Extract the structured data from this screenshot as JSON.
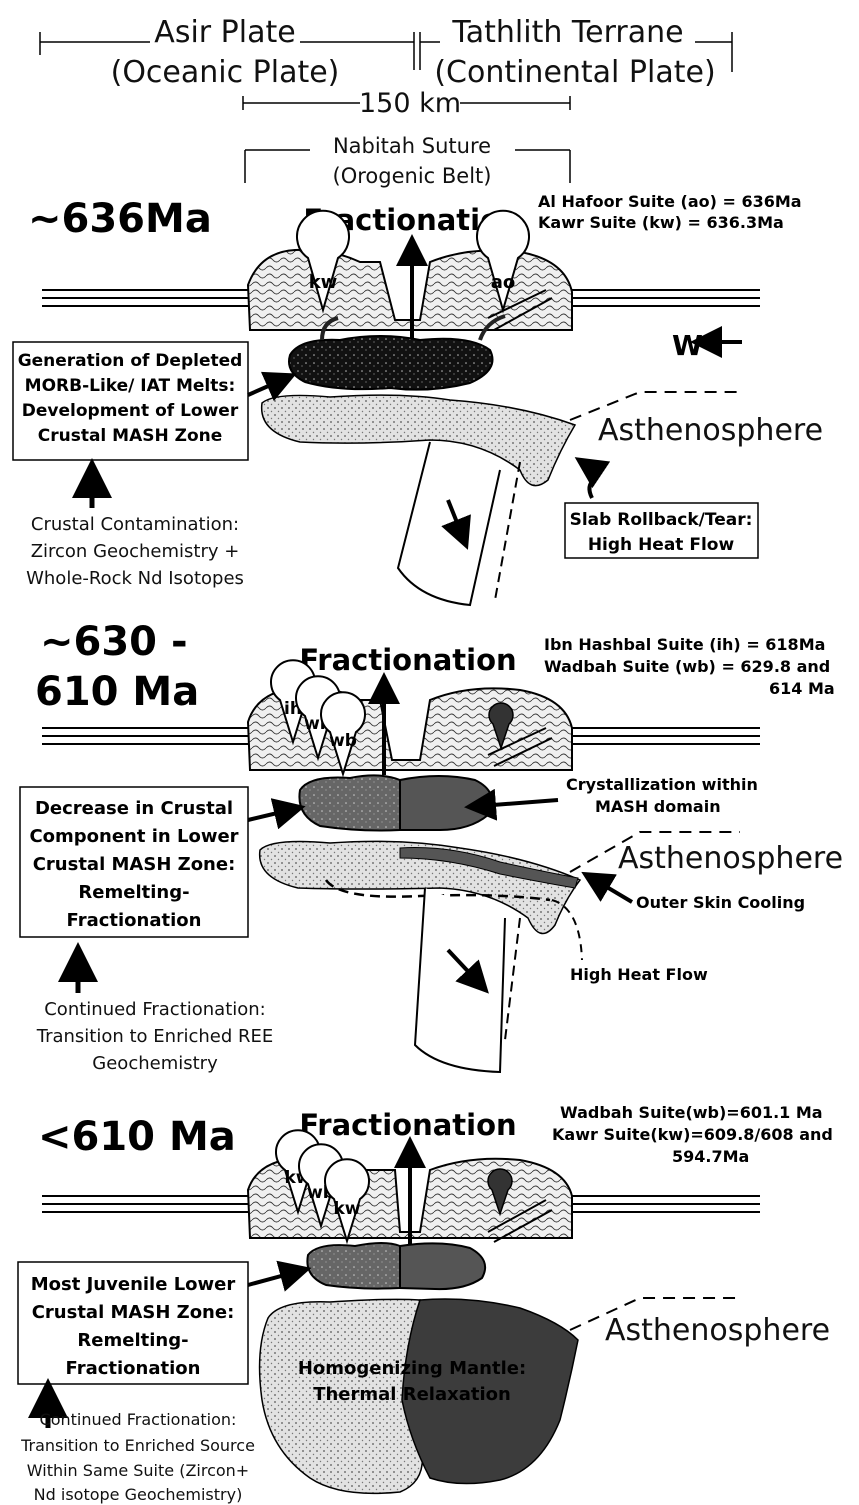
{
  "header": {
    "asir_plate": "Asir Plate",
    "asir_type": "(Oceanic Plate)",
    "tathlith_terrane": "Tathlith Terrane",
    "tathlith_type": "(Continental Plate)",
    "scale_label": "150 km",
    "suture_name": "Nabitah Suture",
    "suture_type": "(Orogenic Belt)"
  },
  "common": {
    "fractionation": "Fractionation",
    "asthenosphere": "Asthenosphere"
  },
  "panel1": {
    "age": "~636Ma",
    "suite_line1": "Al Hafoor Suite (ao) = 636Ma",
    "suite_line2": "Kawr Suite (kw) = 636.3Ma",
    "pluton_left": "kw",
    "pluton_right": "ao",
    "direction": "W",
    "box_line1": "Generation of Depleted",
    "box_line2": "MORB-Like/ IAT Melts:",
    "box_line3": "Development of Lower",
    "box_line4": "Crustal MASH Zone",
    "note_line1": "Crustal Contamination:",
    "note_line2": "Zircon Geochemistry +",
    "note_line3": "Whole-Rock Nd Isotopes",
    "slab_line1": "Slab Rollback/Tear:",
    "slab_line2": "High Heat Flow"
  },
  "panel2": {
    "age_line1": "~630 -",
    "age_line2": "610 Ma",
    "suite_line1": "Ibn Hashbal Suite (ih) = 618Ma",
    "suite_line2": "Wadbah Suite (wb) = 629.8 and",
    "suite_line3": "614 Ma",
    "pluton_a": "ih",
    "pluton_b": "wb",
    "pluton_c": "wb",
    "cryst_line1": "Crystallization within",
    "cryst_line2": "MASH domain",
    "outer_skin": "Outer Skin Cooling",
    "high_heat": "High Heat Flow",
    "box_line1": "Decrease in Crustal",
    "box_line2": "Component in Lower",
    "box_line3": "Crustal MASH Zone:",
    "box_line4": "Remelting-",
    "box_line5": "Fractionation",
    "note_line1": "Continued Fractionation:",
    "note_line2": "Transition to Enriched REE",
    "note_line3": "Geochemistry"
  },
  "panel3": {
    "age": "<610 Ma",
    "suite_line1": "Wadbah Suite(wb)=601.1 Ma",
    "suite_line2": "Kawr Suite(kw)=609.8/608 and",
    "suite_line3": "594.7Ma",
    "pluton_a": "kw",
    "pluton_b": "wb",
    "pluton_c": "kw",
    "box_line1": "Most Juvenile Lower",
    "box_line2": "Crustal MASH Zone:",
    "box_line3": "Remelting-",
    "box_line4": "Fractionation",
    "mantle_line1": "Homogenizing Mantle:",
    "mantle_line2": "Thermal Relaxation",
    "note_line1": "Continued Fractionation:",
    "note_line2": "Transition to Enriched Source",
    "note_line3": "Within Same Suite (Zircon+",
    "note_line4": "Nd isotope Geochemistry)"
  },
  "colors": {
    "ink": "#000000",
    "melt_dark": "#1a1a1a",
    "melt_gray": "#555555",
    "mash_light": "#d9d9d9",
    "mantle_dark": "#3c3c3c"
  },
  "icons": [
    "up-arrow-icon",
    "left-arrow-icon",
    "down-arrow-icon",
    "wavy-arrow-icon"
  ]
}
